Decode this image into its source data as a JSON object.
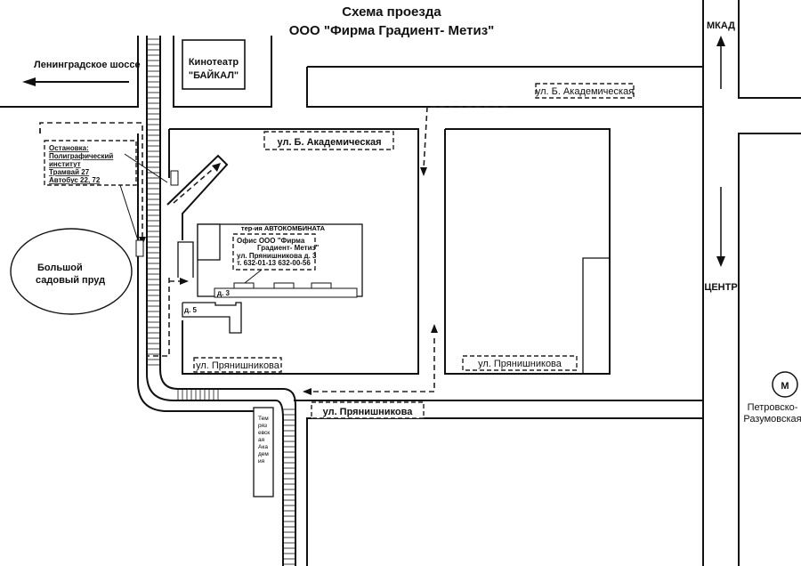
{
  "title": {
    "line1": "Схема проезда",
    "line2": "ООО \"Фирма Градиент- Метиз\""
  },
  "labels": {
    "mkad": "МКАД",
    "leningradskoe": "Ленинградское шоссе",
    "cinema_line1": "Кинотеатр",
    "cinema_line2": "\"БАЙКАЛ\"",
    "akad_top": "ул. Б. Академическая",
    "akad_main": "ул. Б. Академическая",
    "autokombinat": "тер-ия  АВТОКОМБИНАТА",
    "pond_line1": "Большой",
    "pond_line2": "садовый пруд",
    "d3": "д. 3",
    "d5": "д. 5",
    "pryan_1": "ул. Прянишникова",
    "pryan_2": "ул. Прянишникова",
    "pryan_main": "ул. Прянишникова",
    "centr": "ЦЕНТР",
    "metro_symbol": "М",
    "metro_line1": "Петровско-",
    "metro_line2": "Разумовская",
    "academy": [
      "Тем",
      "ряз",
      "евск",
      "ая",
      "Ака",
      "дем",
      "ия"
    ]
  },
  "stop": [
    "Остановка:",
    "Полиграфический",
    "институт",
    "Трамвай 27",
    "Автобус 22, 72"
  ],
  "office": [
    "Офис ООО \"Фирма",
    "Градиент- Метиз\"",
    "ул. Прянишникова  д. 3",
    "т. 632-01-13   632-00-56"
  ]
}
